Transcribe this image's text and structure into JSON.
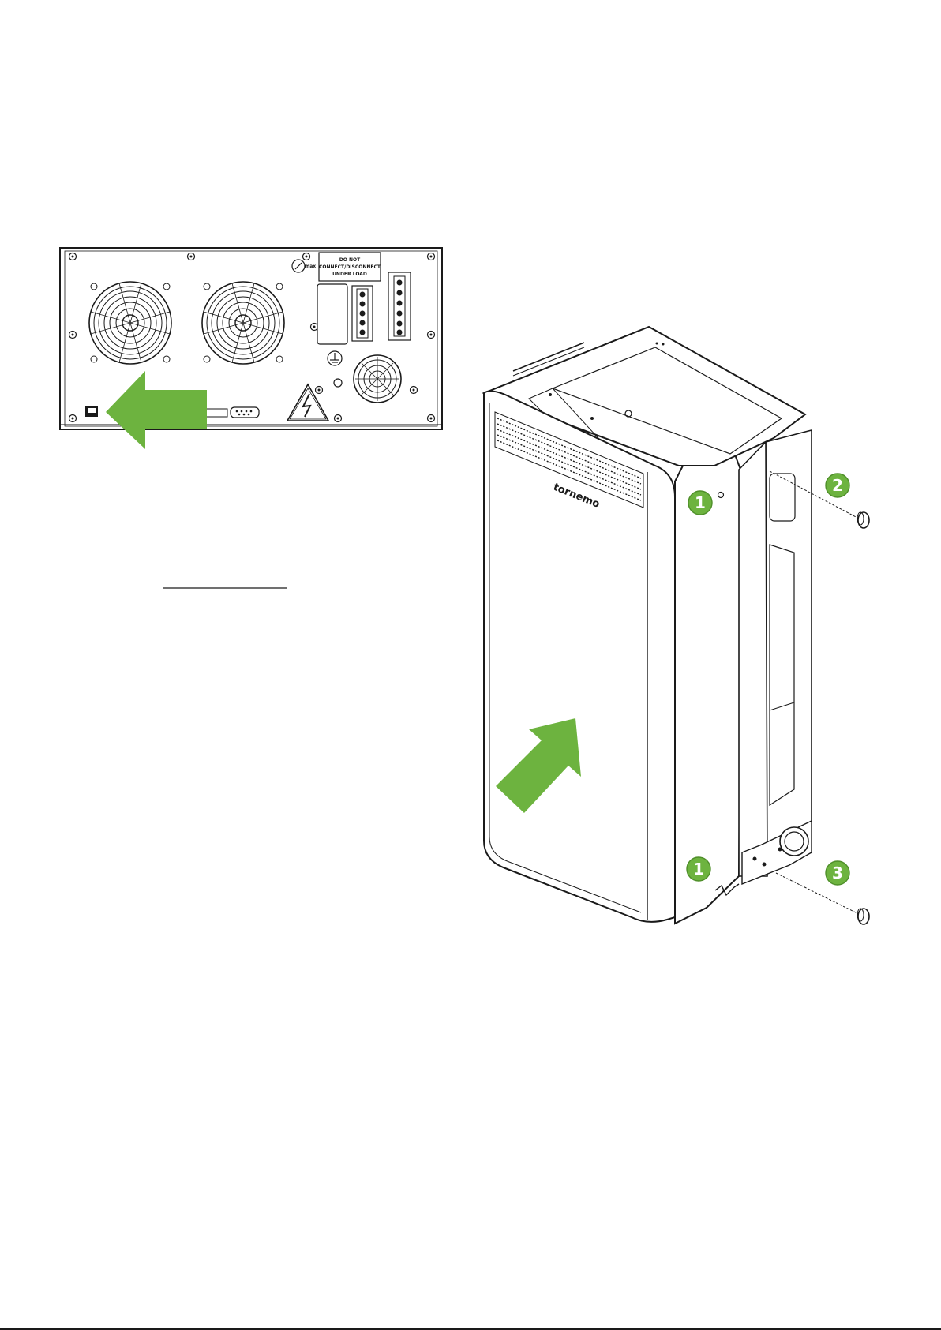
{
  "figure": {
    "accent_color": "#6db33f",
    "outline_color": "#1a1a1a"
  },
  "rear_panel": {
    "warning_label_lines": [
      "DO NOT",
      "CONNECT/DISCONNECT",
      "UNDER LOAD"
    ],
    "icons": [
      "cooling-fan-icon",
      "cooling-fan-icon",
      "small-fan-icon",
      "gauge-icon",
      "ground-symbol-icon",
      "high-voltage-warning-icon",
      "ethernet-port-icon",
      "serial-port-icon",
      "terminal-block-icon"
    ]
  },
  "unit": {
    "brand_text": "tornemo"
  },
  "callouts": [
    {
      "id": "callout-1-top",
      "text": "1"
    },
    {
      "id": "callout-2",
      "text": "2"
    },
    {
      "id": "callout-1-bottom",
      "text": "1"
    },
    {
      "id": "callout-3",
      "text": "3"
    }
  ]
}
